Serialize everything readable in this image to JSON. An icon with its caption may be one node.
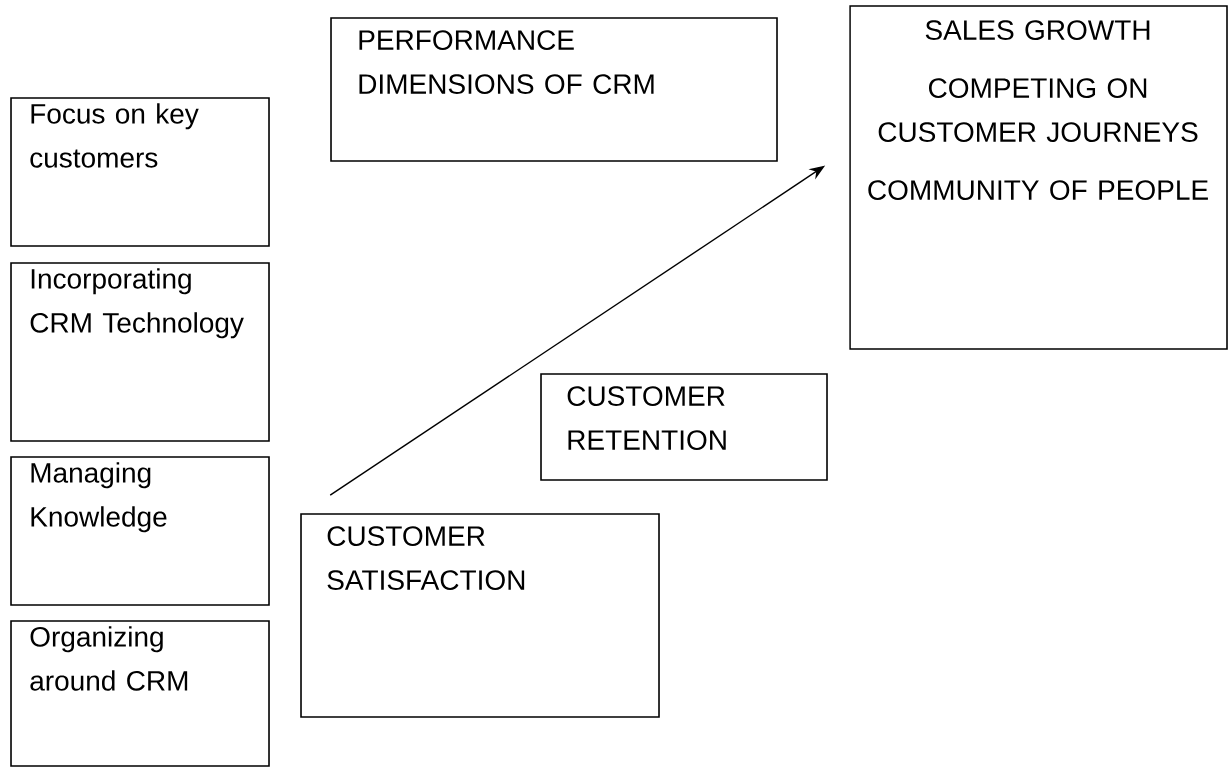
{
  "diagram": {
    "nodes": [
      {
        "text": [
          "PERFORMANCE DIMENSIONS OF CRM"
        ]
      },
      {
        "text": [
          "SALES GROWTH",
          "COMPETING ON CUSTOMER JOURNEYS",
          "COMMUNITY OF PEOPLE"
        ]
      },
      {
        "text": [
          "Focus on key customers"
        ]
      },
      {
        "text": [
          "Incorporating CRM Technology"
        ]
      },
      {
        "text": [
          "Managing Knowledge"
        ]
      },
      {
        "text": [
          "Organizing around CRM"
        ]
      },
      {
        "text": [
          "CUSTOMER RETENTION"
        ]
      },
      {
        "text": [
          "CUSTOMER SATISFACTION"
        ]
      }
    ],
    "edges": [
      {
        "from": 7,
        "to": 1,
        "arrow": "to"
      }
    ]
  }
}
